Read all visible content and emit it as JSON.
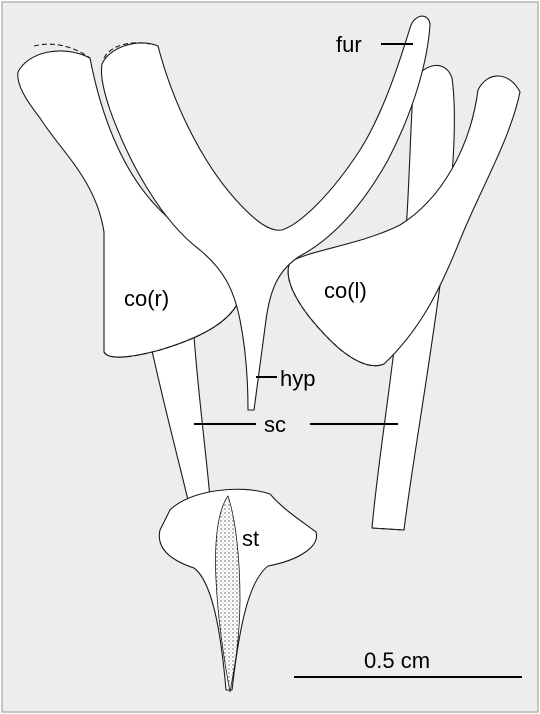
{
  "labels": {
    "furcula": "fur",
    "coracoid_right": "co(r)",
    "coracoid_left": "co(l)",
    "hypocleideum": "hyp",
    "scapula": "sc",
    "sternum": "st"
  },
  "scale_bar": {
    "text": "0.5 cm"
  },
  "colors": {
    "background": "#ededed",
    "bone_fill": "#ffffff",
    "outline": "#1a1a1a"
  }
}
